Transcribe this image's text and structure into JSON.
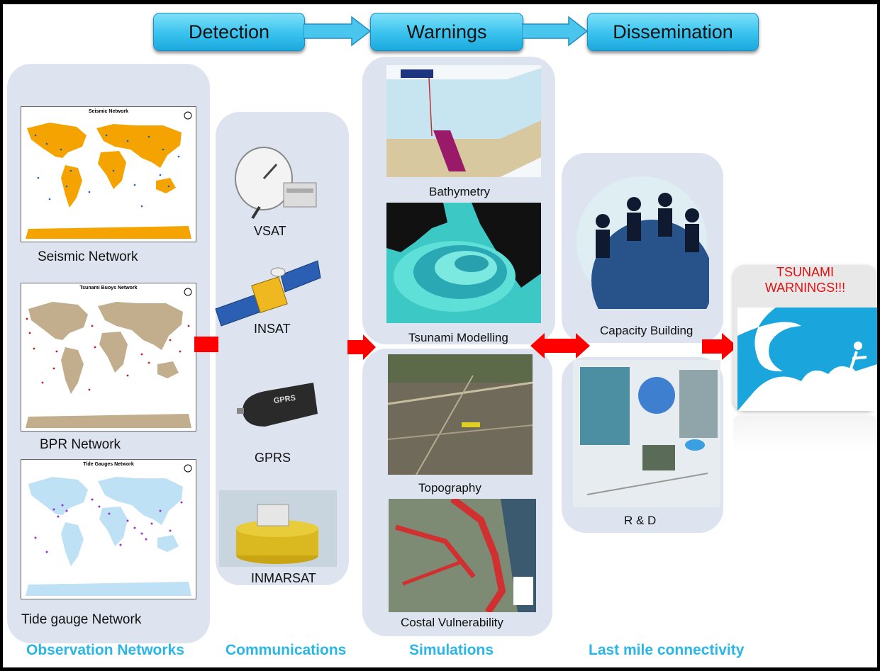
{
  "stages": [
    "Detection",
    "Warnings",
    "Dissemination"
  ],
  "maps": {
    "seismic_title": "Seismic Network",
    "buoys_title": "Tsunami Buoys Network",
    "tide_title": "Tide Gauges Network"
  },
  "observation": {
    "seismic_label": "Seismic Network",
    "bpr_label": "BPR Network",
    "tide_label": "Tide gauge Network"
  },
  "communications": {
    "vsat": "VSAT",
    "insat": "INSAT",
    "gprs": "GPRS",
    "gprs_device_text": "GPRS",
    "inmarsat": "INMARSAT"
  },
  "simulations": {
    "bathymetry": "Bathymetry",
    "modelling": "Tsunami Modelling",
    "topography": "Topography",
    "vulnerability": "Costal Vulnerability"
  },
  "last_mile": {
    "capacity": "Capacity Building",
    "rnd": "R & D"
  },
  "warning": {
    "line1": "TSUNAMI",
    "line2": "WARNINGS!!!"
  },
  "categories": [
    "Observation Networks",
    "Communications",
    "Simulations",
    "Last mile connectivity"
  ],
  "colors": {
    "stage_fill": "#38c2ee",
    "arrow_red": "#ff0000",
    "category_text": "#2ab6e6",
    "panel_bg": "#dde4ef",
    "warning_text": "#e01010",
    "wave_blue": "#1aa6dd"
  }
}
